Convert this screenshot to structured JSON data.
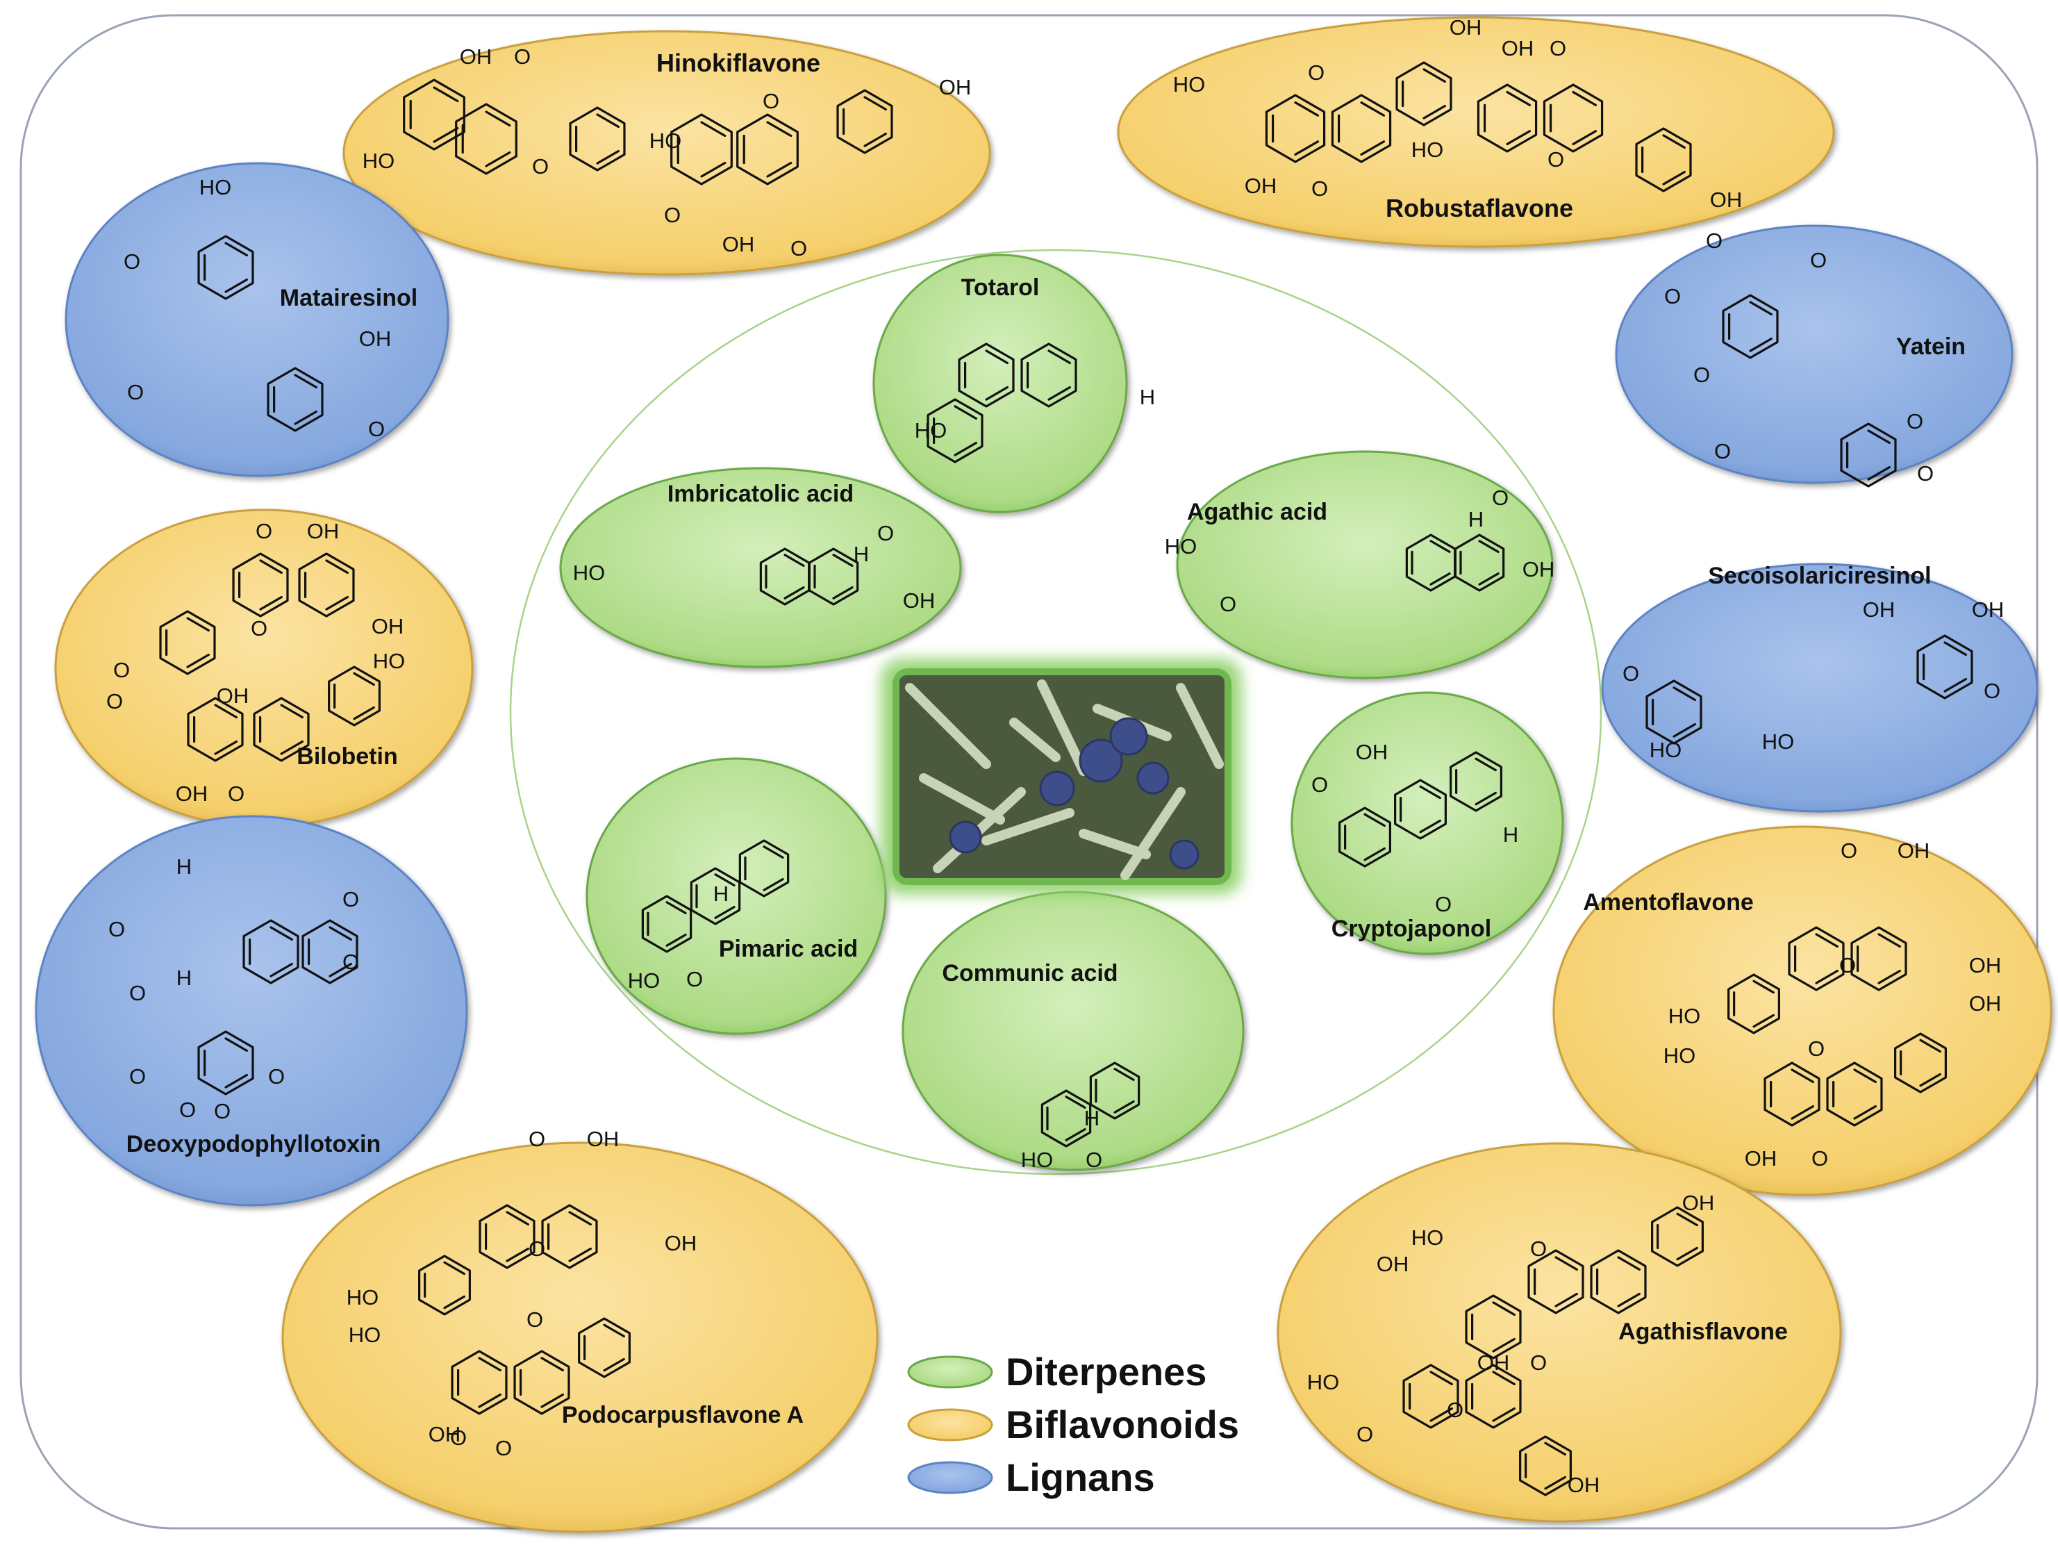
{
  "legend": {
    "items": [
      {
        "label": "Diterpenes",
        "color": "#8fd16a"
      },
      {
        "label": "Biflavonoids",
        "color": "#f5cf6b"
      },
      {
        "label": "Lignans",
        "color": "#7ea3dd"
      }
    ]
  },
  "colors": {
    "diterpene": "#b3e08d",
    "biflavonoid": "#f7d57e",
    "lignan": "#8fb1e4",
    "frame": "#9aa4b6"
  },
  "center_image": {
    "icon": "juniper-berries-photo"
  },
  "compounds": [
    {
      "id": "hinokiflavone",
      "name": "Hinokiflavone",
      "class": "biflavonoid",
      "labels": [
        "OH",
        "O",
        "HO",
        "O",
        "HO",
        "O",
        "OH",
        "OH",
        "O",
        "O"
      ]
    },
    {
      "id": "robustaflavone",
      "name": "Robustaflavone",
      "class": "biflavonoid",
      "labels": [
        "OH",
        "OH",
        "O",
        "HO",
        "O",
        "HO",
        "O",
        "OH",
        "O",
        "OH"
      ]
    },
    {
      "id": "matairesinol",
      "name": "Matairesinol",
      "class": "lignan",
      "labels": [
        "HO",
        "O",
        "OH",
        "O",
        "O"
      ]
    },
    {
      "id": "yatein",
      "name": "Yatein",
      "class": "lignan",
      "labels": [
        "O",
        "O",
        "O",
        "O",
        "O",
        "O",
        "O"
      ]
    },
    {
      "id": "bilobetin",
      "name": "Bilobetin",
      "class": "biflavonoid",
      "labels": [
        "O",
        "OH",
        "OH",
        "O",
        "O",
        "OH",
        "HO",
        "O",
        "OH",
        "O"
      ]
    },
    {
      "id": "secoisolariciresinol",
      "name": "Secoisolariciresinol",
      "class": "lignan",
      "labels": [
        "OH",
        "OH",
        "O",
        "O",
        "HO",
        "HO"
      ]
    },
    {
      "id": "deoxypodophyllotoxin",
      "name": "Deoxypodophyllotoxin",
      "class": "lignan",
      "labels": [
        "H",
        "O",
        "O",
        "O",
        "O",
        "H",
        "O",
        "O",
        "O",
        "O"
      ]
    },
    {
      "id": "amentoflavone",
      "name": "Amentoflavone",
      "class": "biflavonoid",
      "labels": [
        "O",
        "OH",
        "O",
        "OH",
        "HO",
        "OH",
        "HO",
        "O",
        "OH",
        "O"
      ]
    },
    {
      "id": "podocarpusflavone-a",
      "name": "Podocarpusflavone A",
      "class": "biflavonoid",
      "labels": [
        "O",
        "OH",
        "O",
        "OH",
        "HO",
        "O",
        "HO",
        "O",
        "OH",
        "O"
      ]
    },
    {
      "id": "agathisflavone",
      "name": "Agathisflavone",
      "class": "biflavonoid",
      "labels": [
        "OH",
        "HO",
        "OH",
        "O",
        "HO",
        "OH",
        "O",
        "O",
        "O",
        "OH"
      ]
    },
    {
      "id": "totarol",
      "name": "Totarol",
      "class": "diterpene",
      "labels": [
        "H",
        "HO"
      ]
    },
    {
      "id": "imbricatolic-acid",
      "name": "Imbricatolic acid",
      "class": "diterpene",
      "labels": [
        "HO",
        "H",
        "O",
        "OH"
      ]
    },
    {
      "id": "agathic-acid",
      "name": "Agathic acid",
      "class": "diterpene",
      "labels": [
        "O",
        "H",
        "HO",
        "O",
        "OH"
      ]
    },
    {
      "id": "pimaric-acid",
      "name": "Pimaric acid",
      "class": "diterpene",
      "labels": [
        "H",
        "HO",
        "O"
      ]
    },
    {
      "id": "cryptojaponol",
      "name": "Cryptojaponol",
      "class": "diterpene",
      "labels": [
        "OH",
        "O",
        "H",
        "O"
      ]
    },
    {
      "id": "communic-acid",
      "name": "Communic acid",
      "class": "diterpene",
      "labels": [
        "H",
        "HO",
        "O"
      ]
    }
  ]
}
